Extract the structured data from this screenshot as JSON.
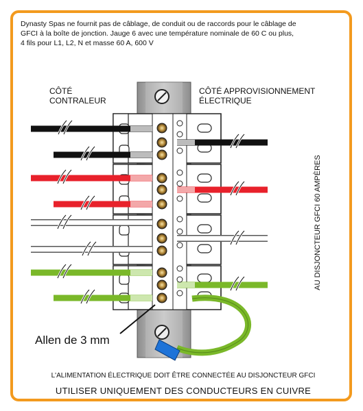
{
  "notice": {
    "line1": "Dynasty Spas ne fournit pas de câblage, de conduit ou de raccords pour le câblage de",
    "line2": "GFCI à la boîte de jonction.  Jauge 6 avec une température nominale de 60 C ou plus,",
    "line3": "4 fils pour L1, L2, N et masse 60 A, 600 V"
  },
  "labels": {
    "left_line1": "CÔTÉ",
    "left_line2": "CONTRALEUR",
    "right_line1": "CÔTÉ APPROVISIONNEMENT",
    "right_line2": "ÉLECTRIQUE",
    "vertical": "AU DISJONCTEUR GFCI 60 AMPÈRES",
    "allen": "Allen de 3 mm"
  },
  "footer": {
    "warning": "L'ALIMENTATION ÉLECTRIQUE DOIT ÊTRE CONNECTÉE AU DISJONCTEUR GFCI",
    "copper": "UTILISER UNIQUEMENT DES CONDUCTEURS EN CUIVRE"
  },
  "colors": {
    "frame": "#f39a1e",
    "black_wire": "#111111",
    "red_wire": "#e8212b",
    "white_wire": "#ffffff",
    "green_wire": "#7ab829",
    "ground_lug": "#1e73d8"
  },
  "icons": [
    "screw-icon",
    "ring-terminal-icon"
  ]
}
